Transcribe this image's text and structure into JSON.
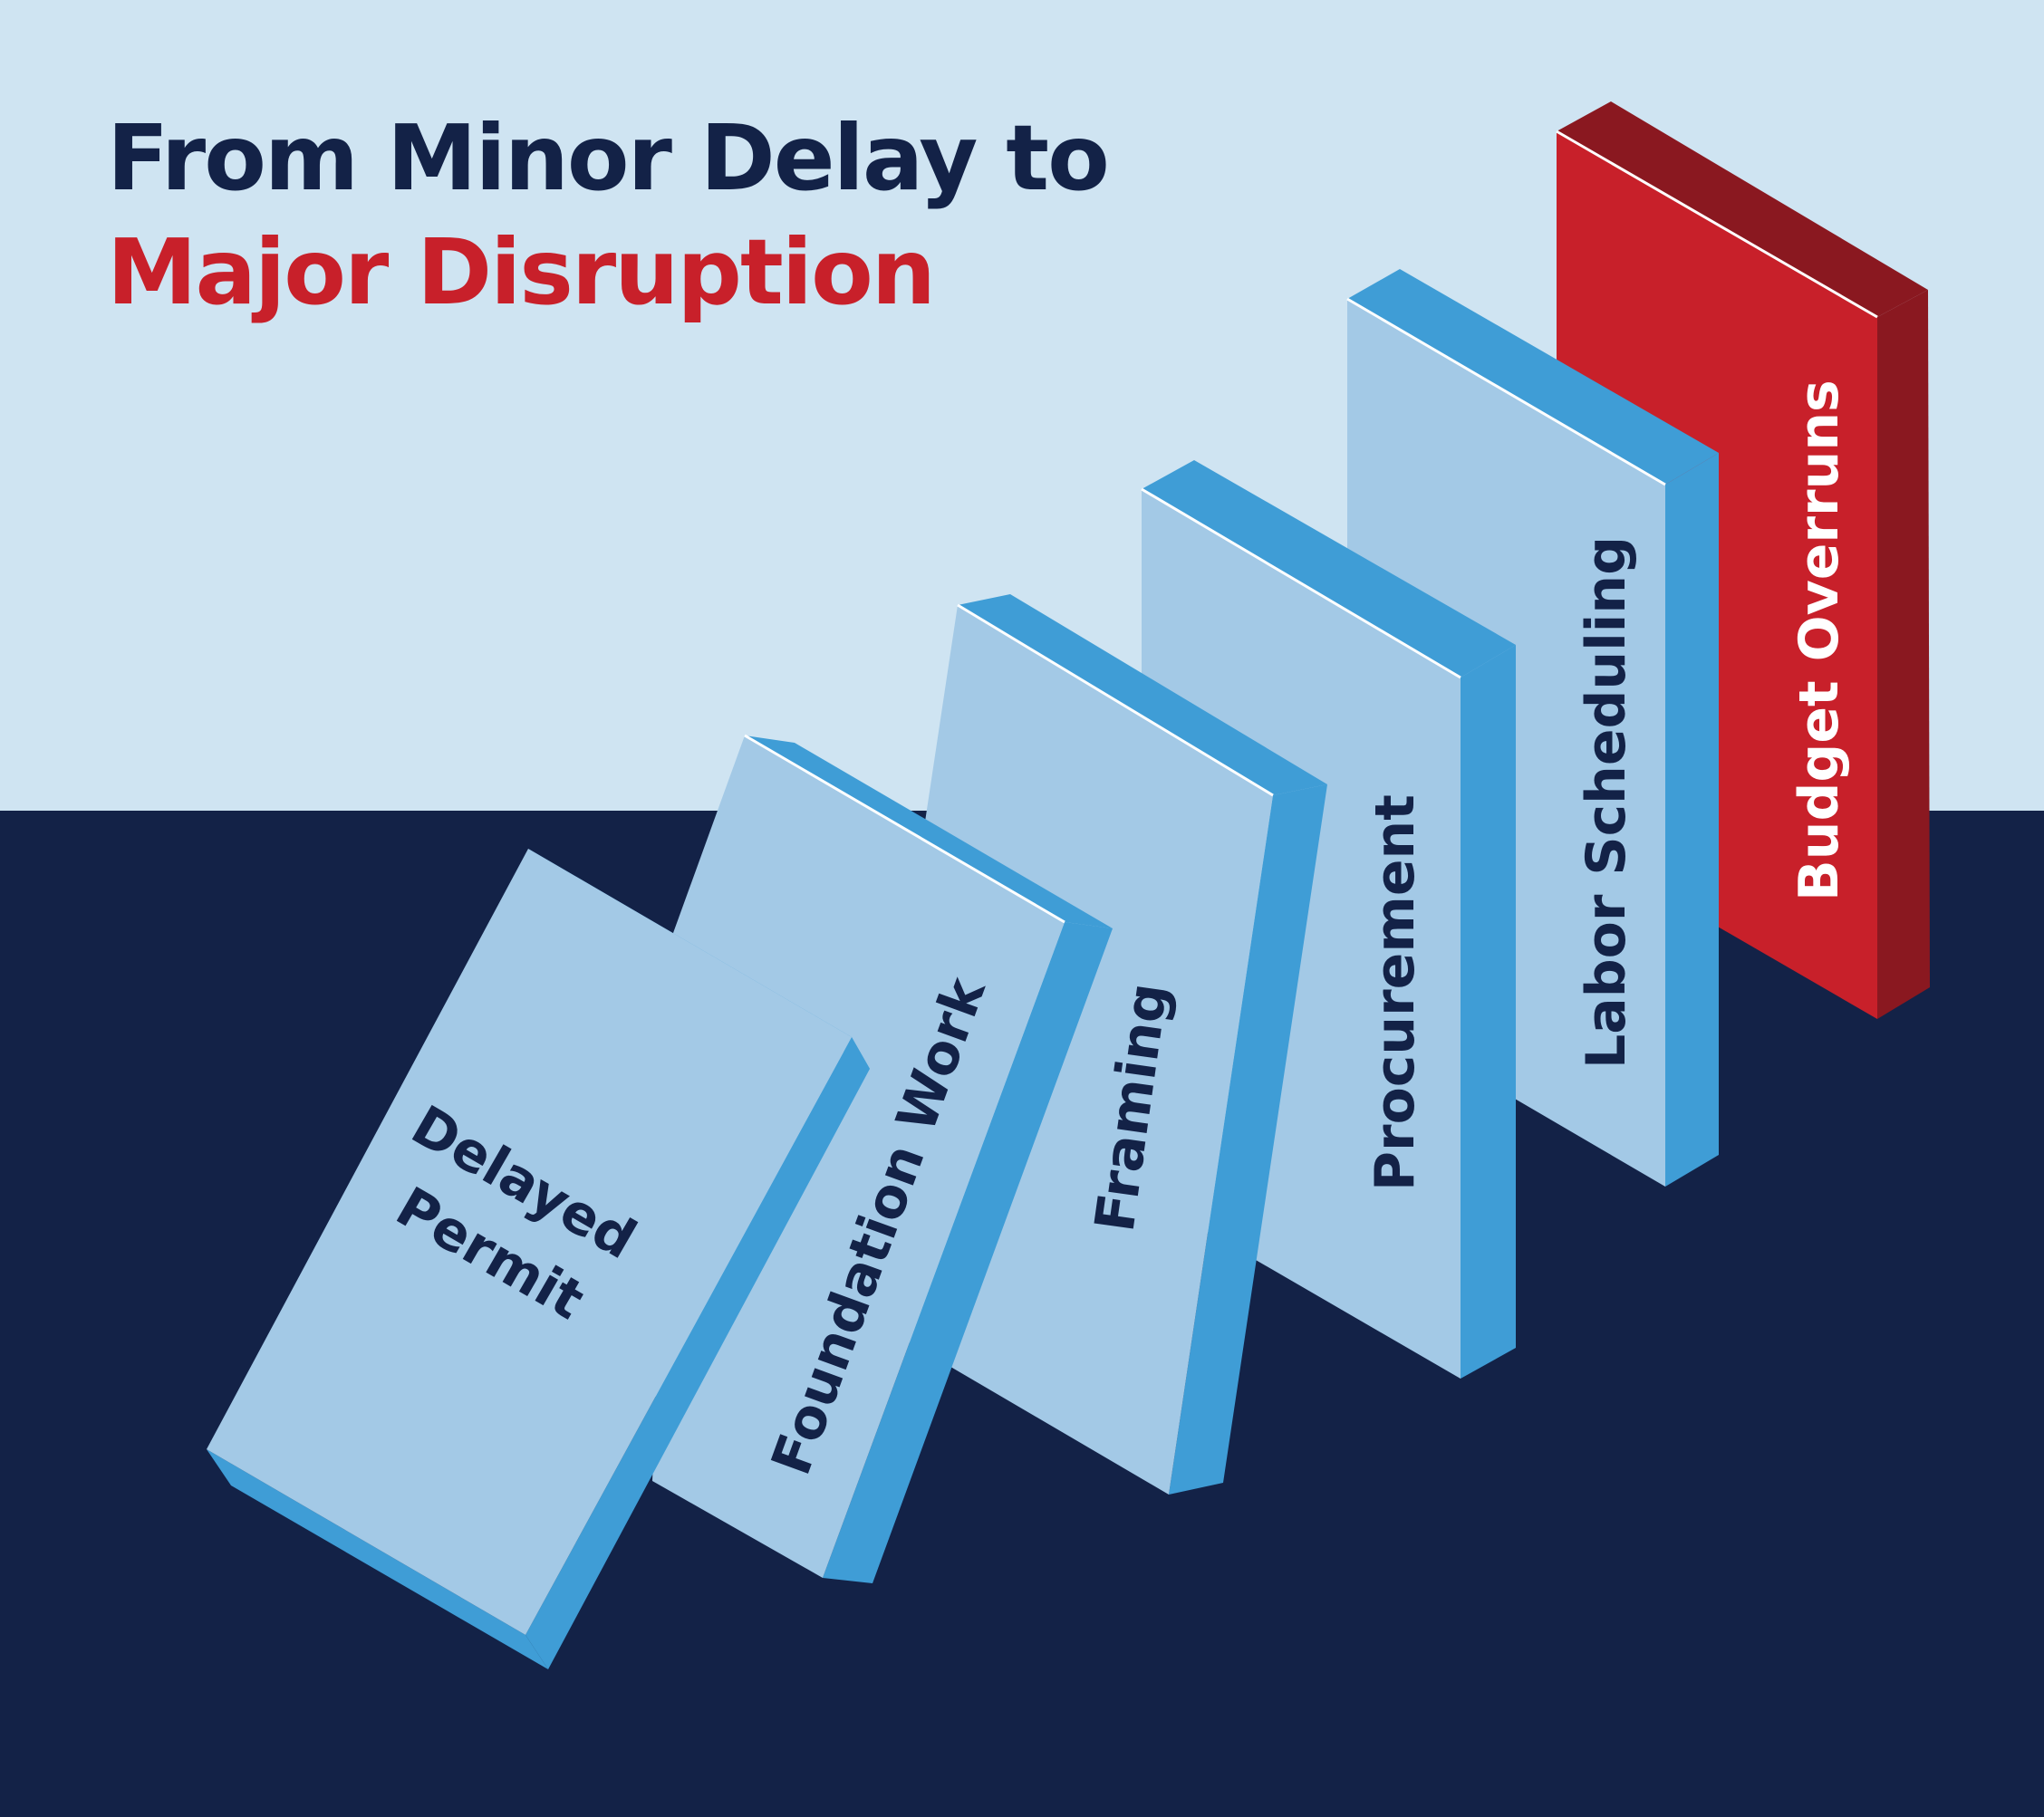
{
  "title": {
    "line1": "From Minor Delay to",
    "line2": "Major Disruption"
  },
  "dominoes": [
    {
      "label_line1": "Delayed",
      "label_line2": "Permit"
    },
    {
      "label": "Foundation Work"
    },
    {
      "label": "Framing"
    },
    {
      "label": "Procurement"
    },
    {
      "label": "Labor Scheduling"
    },
    {
      "label": "Budget Overruns"
    }
  ],
  "colors": {
    "background_light": "#cfe4f2",
    "background_dark": "#132247",
    "domino_face": "#a3c9e6",
    "domino_side": "#3f9dd6",
    "final_face": "#c8202a",
    "final_side": "#8a1820",
    "title_dark": "#132247",
    "title_accent": "#c8202a"
  }
}
